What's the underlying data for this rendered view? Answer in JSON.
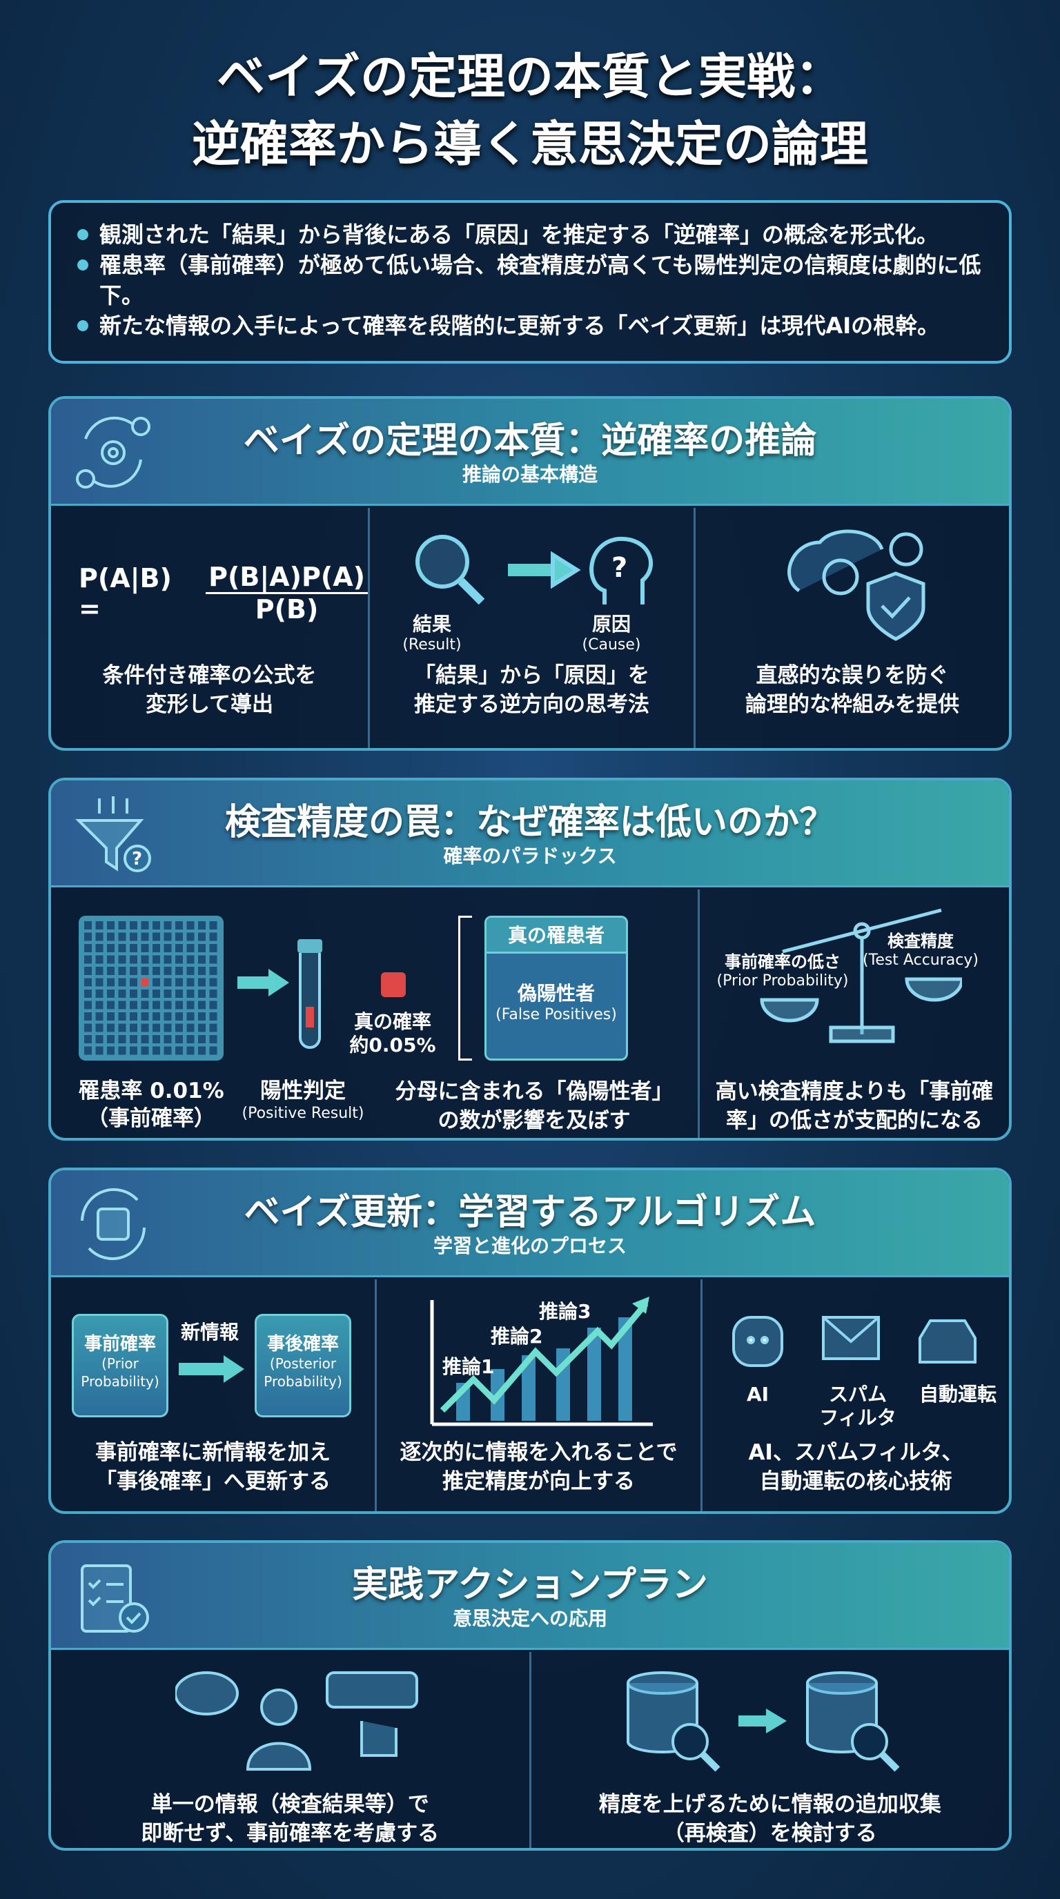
{
  "title": {
    "line1": "ベイズの定理の本質と実戦：",
    "line2": "逆確率から導く意思決定の論理"
  },
  "summary": [
    "観測された「結果」から背後にある「原因」を推定する「逆確率」の概念を形式化。",
    "罹患率（事前確率）が極めて低い場合、検査精度が高くても陽性判定の信頼度は劇的に低下。",
    "新たな情報の入手によって確率を段階的に更新する「ベイズ更新」は現代AIの根幹。"
  ],
  "s1": {
    "title": "ベイズの定理の本質：逆確率の推論",
    "sub": "推論の基本構造",
    "icon": "gear-cycle-icon",
    "formula": {
      "lhs": "P(A|B) =",
      "num": "P(B|A)P(A)",
      "den": "P(B)"
    },
    "p1": "条件付き確率の公式を\n変形して導出",
    "result": "結果",
    "result_en": "(Result)",
    "cause": "原因",
    "cause_en": "(Cause)",
    "p2": "「結果」から「原因」を\n推定する逆方向の思考法",
    "p3": "直感的な誤りを防ぐ\n論理的な枠組みを提供"
  },
  "s2": {
    "title": "検査精度の罠：なぜ確率は低いのか？",
    "sub": "確率のパラドックス",
    "icon": "funnel-question-icon",
    "rate": "罹患率 0.01%",
    "rate2": "（事前確率）",
    "positive": "陽性判定",
    "positive_en": "(Positive Result)",
    "true_prob": "真の確率",
    "true_prob2": "約0.05%",
    "true_patients": "真の罹患者",
    "false_pos": "偽陽性者",
    "false_pos_en": "(False Positives)",
    "p2": "分母に含まれる「偽陽性者」\nの数が影響を及ぼす",
    "prior_low": "事前確率の低さ",
    "prior_en": "(Prior Probability)",
    "accuracy": "検査精度",
    "accuracy_en": "(Test Accuracy)",
    "p3": "高い検査精度よりも「事前確\n率」の低さが支配的になる",
    "highlight_color": "#e04848"
  },
  "s3": {
    "title": "ベイズ更新：学習するアルゴリズム",
    "sub": "学習と進化のプロセス",
    "icon": "chip-cycle-icon",
    "prior": "事前確率",
    "prior_en": "(Prior\nProbability)",
    "new_info": "新情報",
    "posterior": "事後確率",
    "posterior_en": "(Posterior\nProbability)",
    "p1": "事前確率に新情報を加え\n「事後確率」へ更新する",
    "inf1": "推論1",
    "inf2": "推論2",
    "inf3": "推論3",
    "p2": "逐次的に情報を入れることで\n推定精度が向上する",
    "ai": "AI",
    "spam": "スパム\nフィルタ",
    "auto": "自動運転",
    "p3": "AI、スパムフィルタ、\n自動運転の核心技術"
  },
  "s4": {
    "title": "実践アクションプラン",
    "sub": "意思決定への応用",
    "icon": "checklist-icon",
    "p1": "単一の情報（検査結果等）で\n即断せず、事前確率を考慮する",
    "p2": "精度を上げるために情報の追加収集\n（再検査）を検討する"
  }
}
